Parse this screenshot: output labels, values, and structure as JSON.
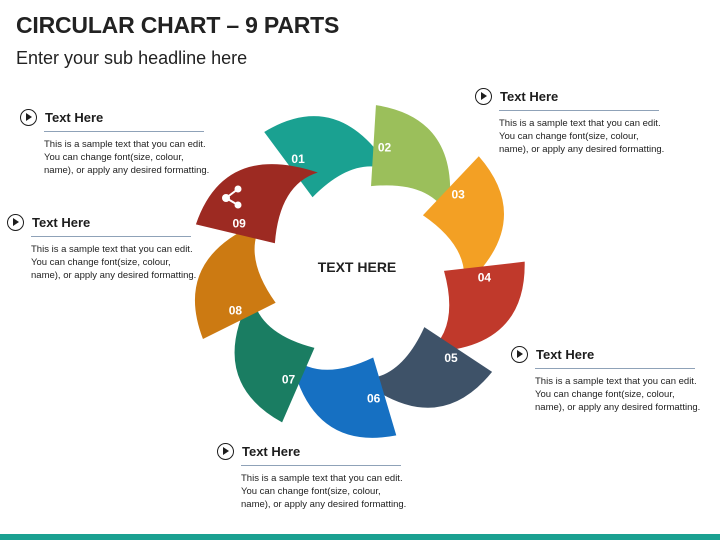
{
  "title": "CIRCULAR CHART – 9 PARTS",
  "subtitle": "Enter your sub headline here",
  "center_label": "TEXT HERE",
  "segments": [
    {
      "label": "01",
      "color": "#1aa191"
    },
    {
      "label": "02",
      "color": "#9bbf5b"
    },
    {
      "label": "03",
      "color": "#f3a024"
    },
    {
      "label": "04",
      "color": "#c0392b"
    },
    {
      "label": "05",
      "color": "#3e5268"
    },
    {
      "label": "06",
      "color": "#1670c2"
    },
    {
      "label": "07",
      "color": "#1a7d62"
    },
    {
      "label": "08",
      "color": "#cc7a12"
    },
    {
      "label": "09",
      "color": "#9d2a22"
    }
  ],
  "share_icon": "share-icon",
  "callouts": [
    {
      "heading": "Text Here",
      "line1": "This is a sample text that you can edit.",
      "line2": "You can change font(size, colour,",
      "line3": "name), or apply any desired formatting."
    },
    {
      "heading": "Text Here",
      "line1": "This is a sample text that you can edit.",
      "line2": "You can change font(size, colour,",
      "line3": "name), or apply any desired formatting."
    },
    {
      "heading": "Text Here",
      "line1": "This is a sample text that you can edit.",
      "line2": "You can change font(size, colour,",
      "line3": "name), or apply any desired formatting."
    },
    {
      "heading": "Text Here",
      "line1": "This is a sample text that you can edit.",
      "line2": "You can change font(size, colour,",
      "line3": "name), or apply any desired formatting."
    },
    {
      "heading": "Text Here",
      "line1": "This is a sample text that you can edit.",
      "line2": "You can change font(size, colour,",
      "line3": "name), or apply any desired formatting."
    }
  ],
  "accent_color": "#1aa191"
}
